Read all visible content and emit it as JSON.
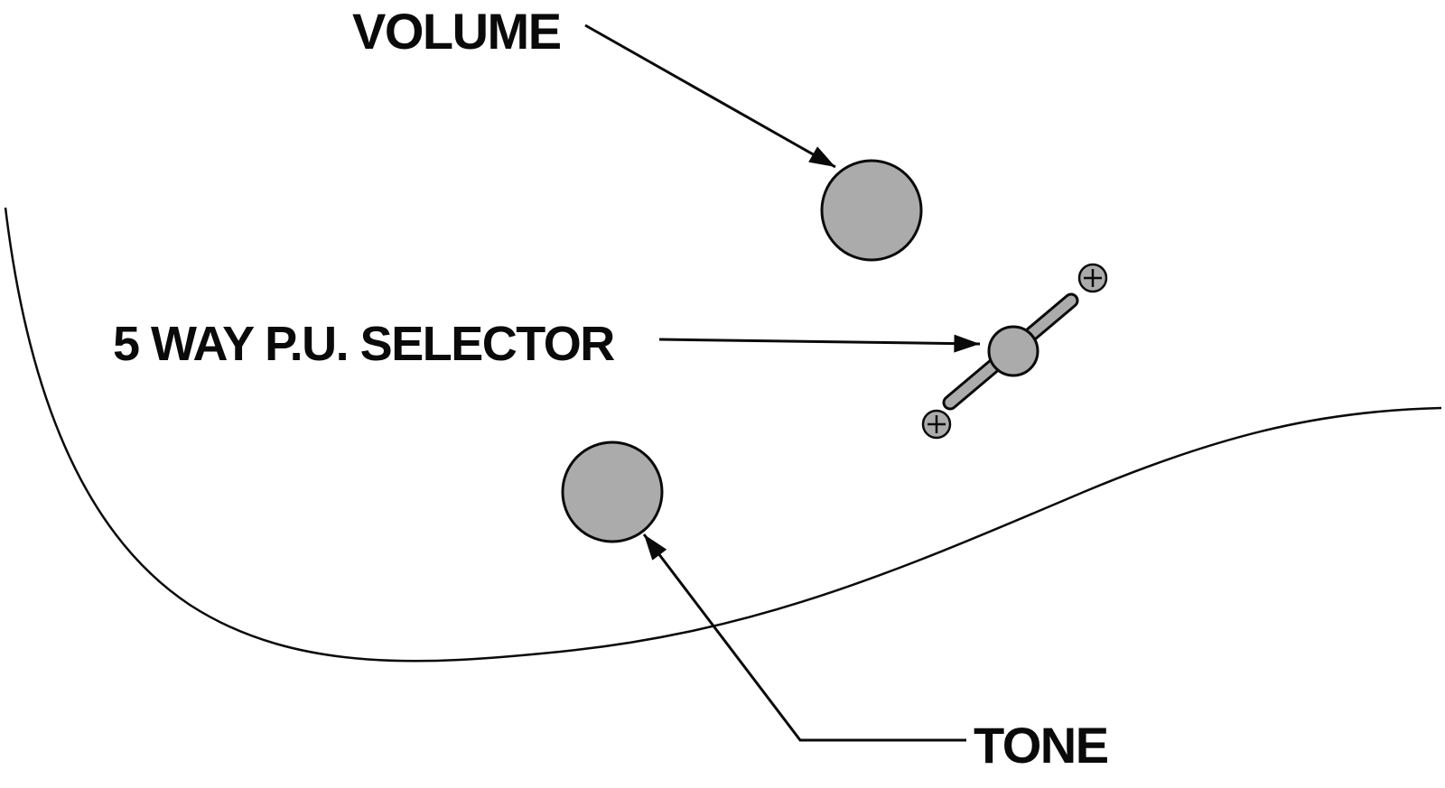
{
  "diagram": {
    "labels": {
      "volume": "VOLUME",
      "selector": "5 WAY P.U. SELECTOR",
      "tone": "TONE"
    },
    "components": [
      {
        "name": "volume-knob",
        "type": "knob",
        "label": "VOLUME"
      },
      {
        "name": "pickup-selector-switch",
        "type": "5-way lever switch with two mounting screws",
        "label": "5 WAY P.U. SELECTOR"
      },
      {
        "name": "tone-knob",
        "type": "knob",
        "label": "TONE"
      },
      {
        "name": "guitar-body-outline",
        "type": "curved body outline",
        "label": ""
      }
    ],
    "colors": {
      "knob_fill": "#ababab",
      "line": "#0a0a0a",
      "background": "#ffffff"
    }
  }
}
